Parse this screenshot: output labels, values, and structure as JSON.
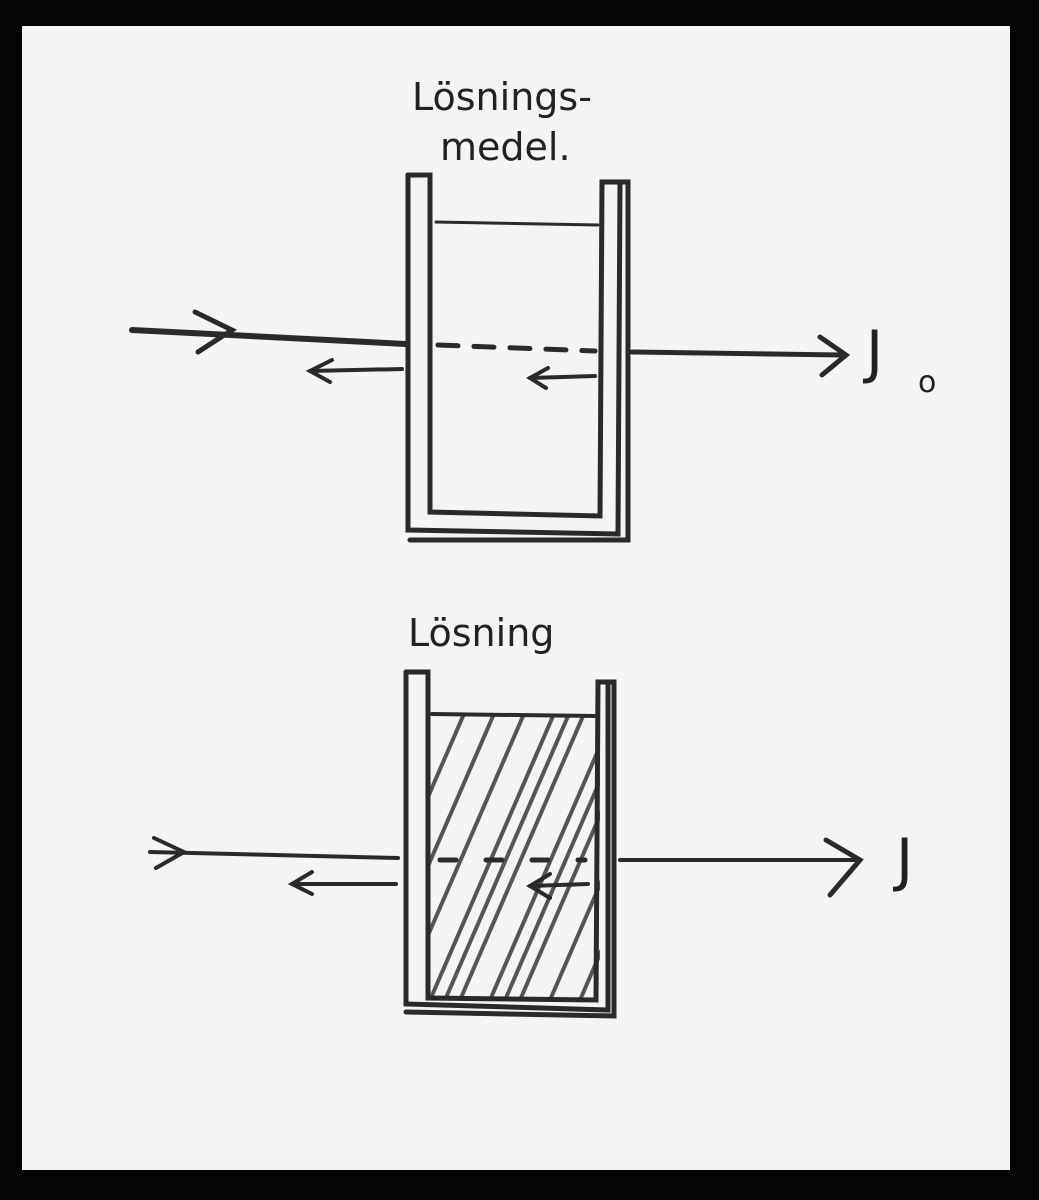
{
  "top_diagram": {
    "label_line1": "Lösnings-",
    "label_line2": "medel.",
    "output_symbol": "J",
    "output_subscript": "o"
  },
  "bottom_diagram": {
    "label": "Lösning",
    "output_symbol": "J"
  },
  "colors": {
    "paper": "#f4f4f2",
    "ink": "#2a2a2a",
    "frame": "#050505"
  }
}
